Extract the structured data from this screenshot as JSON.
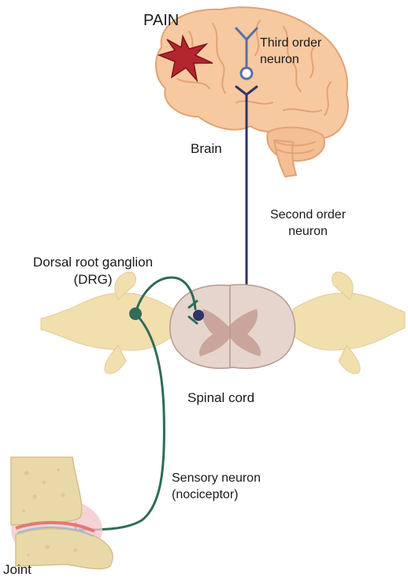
{
  "labels": {
    "pain": "PAIN",
    "third_order_neuron": "Third order neuron",
    "brain": "Brain",
    "second_order_neuron": "Second order neuron",
    "dorsal_root_ganglion": "Dorsal root ganglion (DRG)",
    "spinal_cord": "Spinal cord",
    "sensory_neuron": "Sensory neuron (nociceptor)",
    "joint": "Joint"
  },
  "colors": {
    "brain_fill": "#f7c9a0",
    "brain_outline": "#e3a274",
    "pain_star": "#b3262e",
    "ascending_neuron": "#2e3468",
    "third_order_neuron": "#5b6ea8",
    "sensory_neuron": "#2f6b58",
    "spinal_nerve": "#f1dfae",
    "spinal_cord_white": "#e6d5cc",
    "spinal_cord_grey": "#c9a59e",
    "bone": "#ead9a8",
    "cartilage": "#e07a72",
    "joint_glow": "#f4c7cc"
  }
}
